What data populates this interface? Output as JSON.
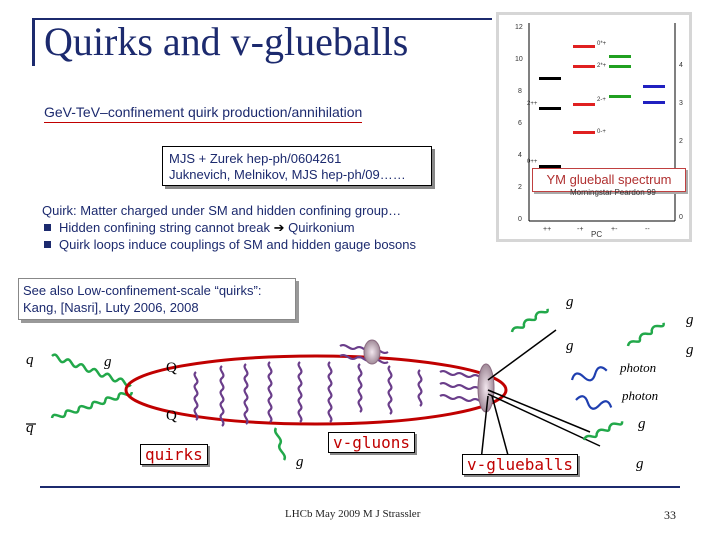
{
  "slide": {
    "title": "Quirks and v-glueballs",
    "subtitle": "GeV-TeV–confinement quirk production/annihilation",
    "refs": [
      "MJS + Zurek hep-ph/0604261",
      "Juknevich, Melnikov, MJS  hep-ph/09……"
    ],
    "quirk_def": "Quirk: Matter charged under SM and hidden confining group…",
    "bullets": [
      {
        "text_a": "Hidden confining string cannot break ",
        "arrow": "➔",
        "text_b": " Quirkonium"
      },
      {
        "text_a": "Quirk loops induce couplings of SM and hidden gauge bosons",
        "arrow": "",
        "text_b": ""
      }
    ],
    "see_also": [
      "See also Low-confinement-scale “quirks”:",
      "Kang, [Nasri], Luty 2006, 2008"
    ],
    "footer": "LHCb May 2009   M J Strassler",
    "page_number": "33"
  },
  "spectrum": {
    "label": "YM glueball spectrum",
    "citation": "Morningstar Peardon 99",
    "left_ticks": [
      "12",
      "10",
      "8",
      "6",
      "4",
      "2",
      "0"
    ],
    "right_ticks": [
      "4",
      "3",
      "2",
      "1",
      "0"
    ],
    "bottom_ticks": [
      "++",
      "-+",
      "+-",
      "--"
    ],
    "bottom_label": "PC",
    "state_labels": [
      "0*+",
      "2*+",
      "2-+",
      "0-+",
      "2++",
      "0++"
    ],
    "colors": {
      "red": "#e02020",
      "black": "#000000",
      "blue": "#2020c0",
      "green": "#20a020"
    }
  },
  "diagram": {
    "q": "q",
    "qbar": "q",
    "g_left": "g",
    "Q_top": "Q",
    "Q_bottom": "Q",
    "quirks": "quirks",
    "v_gluons": "v-gluons",
    "v_glueballs": "v-glueballs",
    "g_v": "g",
    "g1": "g",
    "g2": "g",
    "g3": "g",
    "g4": "g",
    "g5": "g",
    "g6": "g",
    "photon1": "photon",
    "photon2": "photon",
    "colors": {
      "gluon_green": "#22a84a",
      "vgluon_purple": "#6a3d8a",
      "ellipse_red": "#c00000",
      "photon_blue": "#1f3fb0"
    }
  }
}
